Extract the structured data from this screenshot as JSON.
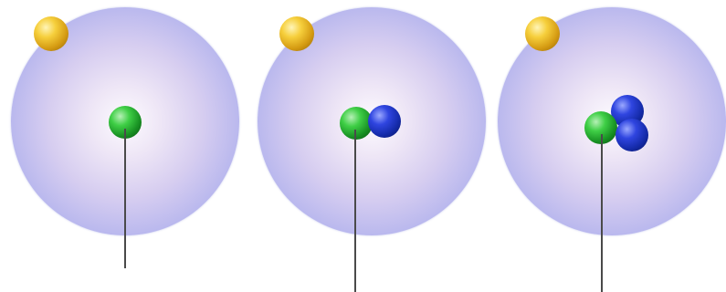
{
  "diagram": {
    "atoms": [
      {
        "name": "atom-one-proton",
        "particles": {
          "electrons": 1,
          "protons": 1,
          "neutrons": 0
        }
      },
      {
        "name": "atom-one-proton-one-neutron",
        "particles": {
          "electrons": 1,
          "protons": 1,
          "neutrons": 1
        }
      },
      {
        "name": "atom-one-proton-two-neutrons",
        "particles": {
          "electrons": 1,
          "protons": 1,
          "neutrons": 2
        }
      }
    ],
    "colors": {
      "electron": "#f2c232",
      "proton": "#23b02c",
      "neutron": "#1e32c8",
      "electron_cloud": "#a9aceb",
      "pointer_line": "#4a4a4a"
    }
  }
}
